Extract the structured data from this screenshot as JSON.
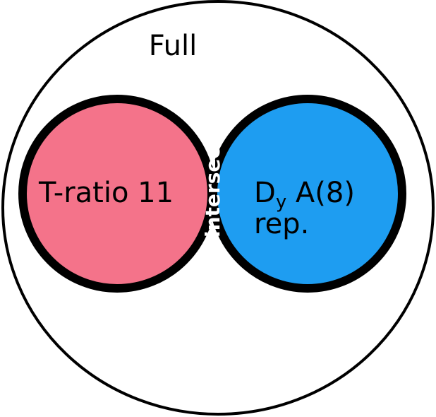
{
  "universe": {
    "label": "Full"
  },
  "sets": [
    {
      "label": "T-ratio 11",
      "color": "#f4738a"
    },
    {
      "label_main": "D",
      "label_sub": "y",
      "label_rest": " A(8)",
      "label_line2": "rep.",
      "color": "#1e9df1"
    }
  ],
  "intersection": {
    "label": "intersec",
    "color": "#a21ce0"
  },
  "colors": {
    "outline": "#000000",
    "background": "#ffffff",
    "universe_fill": "#ffffff"
  }
}
